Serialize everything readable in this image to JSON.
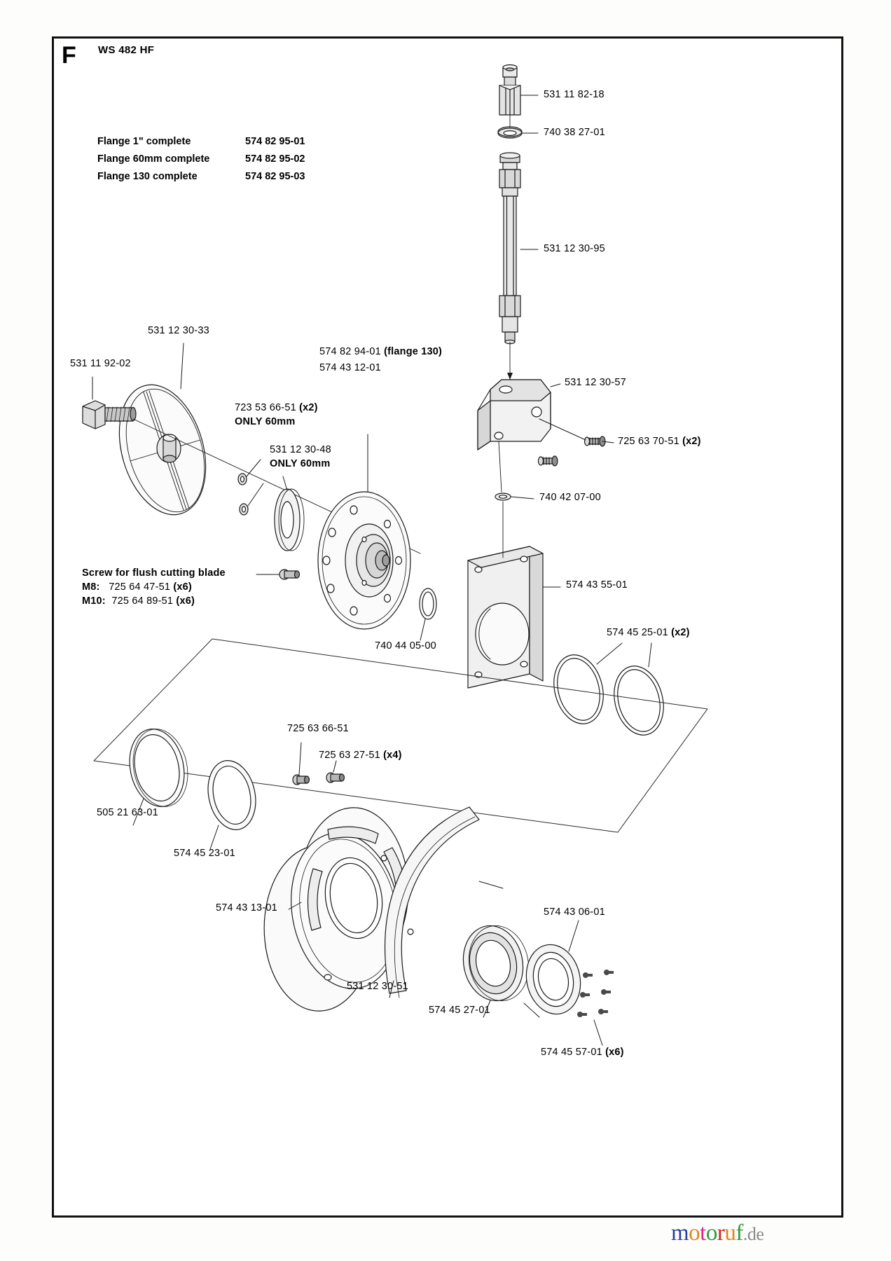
{
  "page": {
    "section_letter": "F",
    "model": "WS 482 HF",
    "watermark": {
      "name": "motoruf",
      "suffix": ".de",
      "colors": [
        "#2b3f9e",
        "#e8821a",
        "#d8228c",
        "#2e9b3e",
        "#d32121",
        "#e8821a",
        "#2e9b3e"
      ]
    }
  },
  "flange_table": [
    {
      "name": "Flange 1\" complete",
      "number": "574 82 95-01"
    },
    {
      "name": "Flange 60mm complete",
      "number": "574 82 95-02"
    },
    {
      "name": "Flange 130 complete",
      "number": "574 82 95-03"
    }
  ],
  "callouts": {
    "c531_11_82_18": "531 11 82-18",
    "c740_38_27_01": "740 38 27-01",
    "c531_12_30_95": "531 12 30-95",
    "c531_12_30_57": "531 12 30-57",
    "c725_63_70_51": "725 63 70-51",
    "c725_63_70_51_qty": "(x2)",
    "c740_42_07_00": "740 42 07-00",
    "c574_43_55_01": "574 43 55-01",
    "c574_45_25_01": "574 45 25-01",
    "c574_45_25_01_qty": "(x2)",
    "c531_12_30_33": "531 12 30-33",
    "c531_11_92_02": "531 11 92-02",
    "c723_53_66_51": "723 53 66-51",
    "c723_53_66_51_qty": "(x2)",
    "only60_a": "ONLY 60mm",
    "c531_12_30_48": "531 12 30-48",
    "only60_b": "ONLY 60mm",
    "c574_82_94_01": "574 82 94-01",
    "c574_82_94_01_note": "(flange 130)",
    "c574_43_12_01": "574 43 12-01",
    "c740_44_05_00": "740 44 05-00",
    "screw_title": "Screw for flush cutting blade",
    "screw_m8_label": "M8:",
    "screw_m8_value": "725 64 47-51",
    "screw_m8_qty": "(x6)",
    "screw_m10_label": "M10:",
    "screw_m10_value": "725 64 89-51",
    "screw_m10_qty": "(x6)",
    "c505_21_63_01": "505 21 63-01",
    "c574_45_23_01": "574 45 23-01",
    "c725_63_66_51": "725 63 66-51",
    "c725_63_27_51": "725 63 27-51",
    "c725_63_27_51_qty": "(x4)",
    "c574_43_13_01": "574 43 13-01",
    "c531_12_30_51": "531 12 30-51",
    "c574_45_27_01": "574 45 27-01",
    "c574_43_06_01": "574 43 06-01",
    "c574_45_57_01": "574 45 57-01",
    "c574_45_57_01_qty": "(x6)"
  }
}
